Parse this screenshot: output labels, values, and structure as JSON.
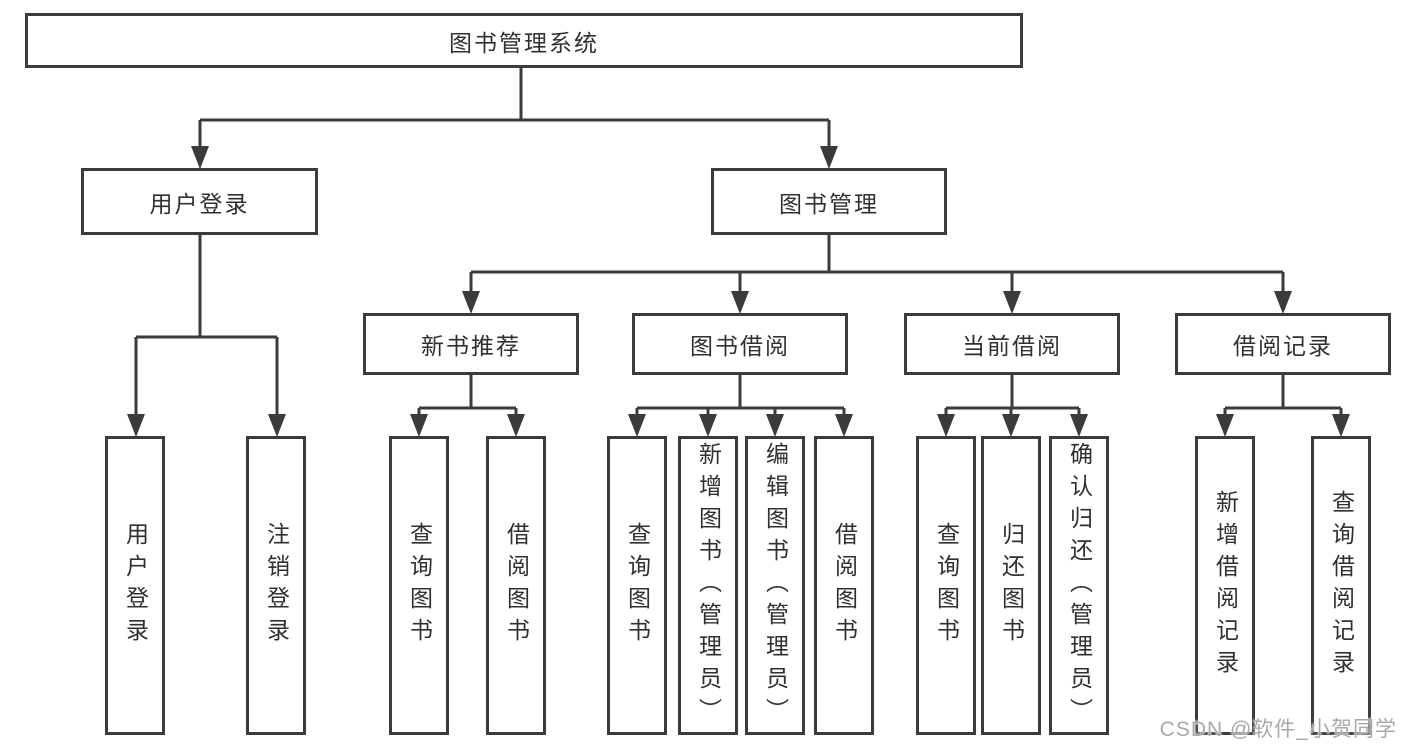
{
  "diagram": {
    "root": {
      "label": "图书管理系统"
    },
    "level2": [
      {
        "label": "用户登录"
      },
      {
        "label": "图书管理"
      }
    ],
    "level3": [
      {
        "label": "新书推荐"
      },
      {
        "label": "图书借阅"
      },
      {
        "label": "当前借阅"
      },
      {
        "label": "借阅记录"
      }
    ],
    "leaves": [
      {
        "label": "用户登录"
      },
      {
        "label": "注销登录"
      },
      {
        "label": "查询图书"
      },
      {
        "label": "借阅图书"
      },
      {
        "label": "查询图书"
      },
      {
        "label": "新增图书（管理员）"
      },
      {
        "label": "编辑图书（管理员）"
      },
      {
        "label": "借阅图书"
      },
      {
        "label": "查询图书"
      },
      {
        "label": "归还图书"
      },
      {
        "label": "确认归还（管理员）"
      },
      {
        "label": "新增借阅记录"
      },
      {
        "label": "查询借阅记录"
      }
    ],
    "colors": {
      "line": "#3b3b3b",
      "box_border": "#3b3b3b",
      "text": "#303030",
      "background": "#ffffff",
      "watermark": "#a9a9a9"
    }
  },
  "watermark": {
    "text": "CSDN @软件_小贺同学"
  }
}
